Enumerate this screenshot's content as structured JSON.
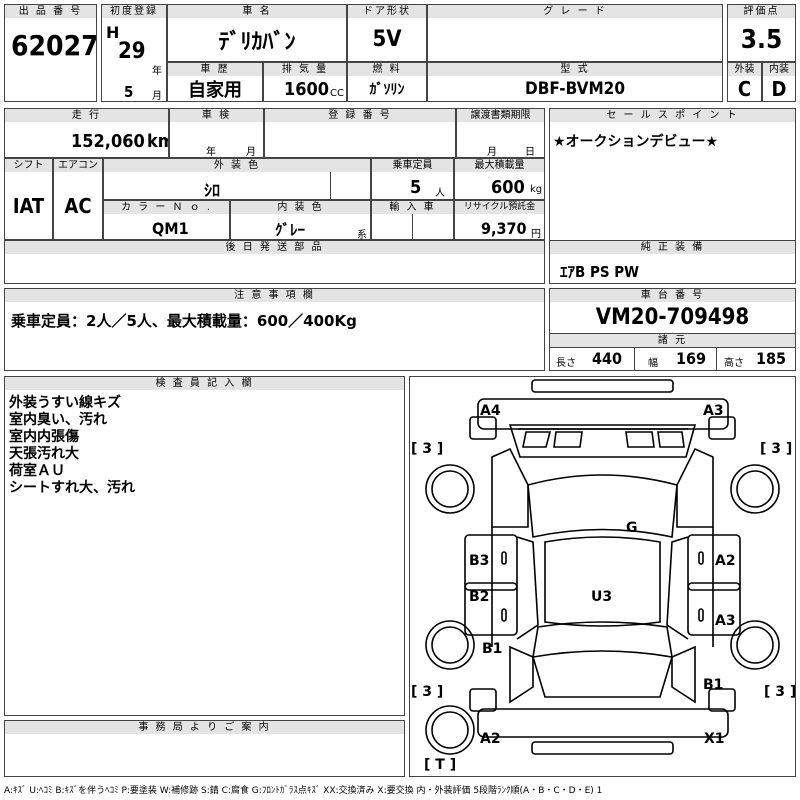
{
  "lot_number": {
    "label": "出 品 番 号",
    "value": "62027"
  },
  "first_registration": {
    "label": "初度登録",
    "era": "H",
    "year": "29",
    "year_unit": "年",
    "month": "5",
    "month_unit": "月"
  },
  "car_name": {
    "label": "車 名",
    "value": "ﾃﾞﾘｶﾊﾞﾝ"
  },
  "doors": {
    "label": "ドア形状",
    "value": "5V"
  },
  "grade": {
    "label": "グ レ ー ド",
    "value": ""
  },
  "score": {
    "label": "評価点",
    "value": "3.5"
  },
  "history": {
    "label": "車 歴",
    "value": "自家用"
  },
  "displacement": {
    "label": "排 気 量",
    "value": "1600",
    "unit": "CC"
  },
  "fuel": {
    "label": "燃 料",
    "value": "ｶﾞｿﾘﾝ"
  },
  "model_code": {
    "label": "型 式",
    "value": "DBF-BVM20"
  },
  "exterior_grade": {
    "label": "外装",
    "value": "C"
  },
  "interior_grade": {
    "label": "内装",
    "value": "D"
  },
  "mileage": {
    "label": "走 行",
    "value": "152,060",
    "unit": "km"
  },
  "inspection": {
    "label": "車 検",
    "year_unit": "年",
    "month_unit": "月"
  },
  "registration_no": {
    "label": "登 録 番 号",
    "value": ""
  },
  "transfer_deadline": {
    "label": "譲渡書類期限",
    "month_unit": "月",
    "day_unit": "日"
  },
  "sales_point": {
    "label": "セ ー ル ス ポ イ ン ト",
    "value": "★オークションデビュー★"
  },
  "shift": {
    "label": "シフト",
    "value": "IAT"
  },
  "aircon": {
    "label": "エアコン",
    "value": "AC"
  },
  "exterior_color": {
    "label": "外 装 色",
    "value": "ｼﾛ"
  },
  "capacity": {
    "label": "乗車定員",
    "value": "5",
    "unit": "人"
  },
  "max_load": {
    "label": "最大積載量",
    "value": "600",
    "unit": "kg"
  },
  "color_no": {
    "label": "カ ラ ー Ｎ ｏ .",
    "value": "QM1"
  },
  "interior_color": {
    "label": "内 装 色",
    "value": "ｸﾞﾚｰ",
    "suffix": "系"
  },
  "import": {
    "label": "輸 入 車",
    "value": ""
  },
  "recycle": {
    "label": "リサイクル預託金",
    "value": "9,370",
    "unit": "円"
  },
  "later_parts": {
    "label": "後 日 発 送 部 品",
    "value": ""
  },
  "genuine_equipment": {
    "label": "純 正 装 備",
    "value": "ｴｱB PS PW"
  },
  "notes": {
    "label": "注 意 事 項 欄",
    "value": "乗車定員：2人／5人、最大積載量：600／400Kg"
  },
  "chassis_no": {
    "label": "車 台 番 号",
    "value": "VM20-709498"
  },
  "specs": {
    "label": "諸 元",
    "length": {
      "label": "長さ",
      "value": "440"
    },
    "width": {
      "label": "幅",
      "value": "169"
    },
    "height": {
      "label": "高さ",
      "value": "185"
    }
  },
  "inspector": {
    "label": "検 査 員 記 入 欄",
    "lines": [
      "外装うすい線キズ",
      "室内臭い、汚れ",
      "室内内張傷",
      "天張汚れ大",
      "荷室ＡＵ",
      "シートすれ大、汚れ"
    ]
  },
  "office_notes": {
    "label": "事 務 局 よ り ご 案 内",
    "value": ""
  },
  "diagram": {
    "marks": {
      "A4": "A4",
      "A3_front": "A3",
      "B3": "B3",
      "A2_right": "A2",
      "G": "G",
      "U3": "U3",
      "B2": "B2",
      "A3_right": "A3",
      "B1_left": "B1",
      "B1_right": "B1",
      "A2_rear": "A2",
      "X1": "X1"
    },
    "tires": {
      "fl": "[ 3 ]",
      "fr": "[ 3 ]",
      "rl": "[ 3 ]",
      "rr": "[ 3 ]",
      "spare": "[ T ]"
    }
  },
  "legend": "A:ｷｽﾞ U:ﾍｺﾐ B:ｷｽﾞを伴うﾍｺﾐ P:要塗装 W:補修跡 S:錆 C:腐食 G:ﾌﾛﾝﾄｶﾞﾗｽ点ｷｽﾞ XX:交換済み X:要交換 内・外装評価 5段階ﾗﾝｸ順(A・B・C・D・E) 1"
}
